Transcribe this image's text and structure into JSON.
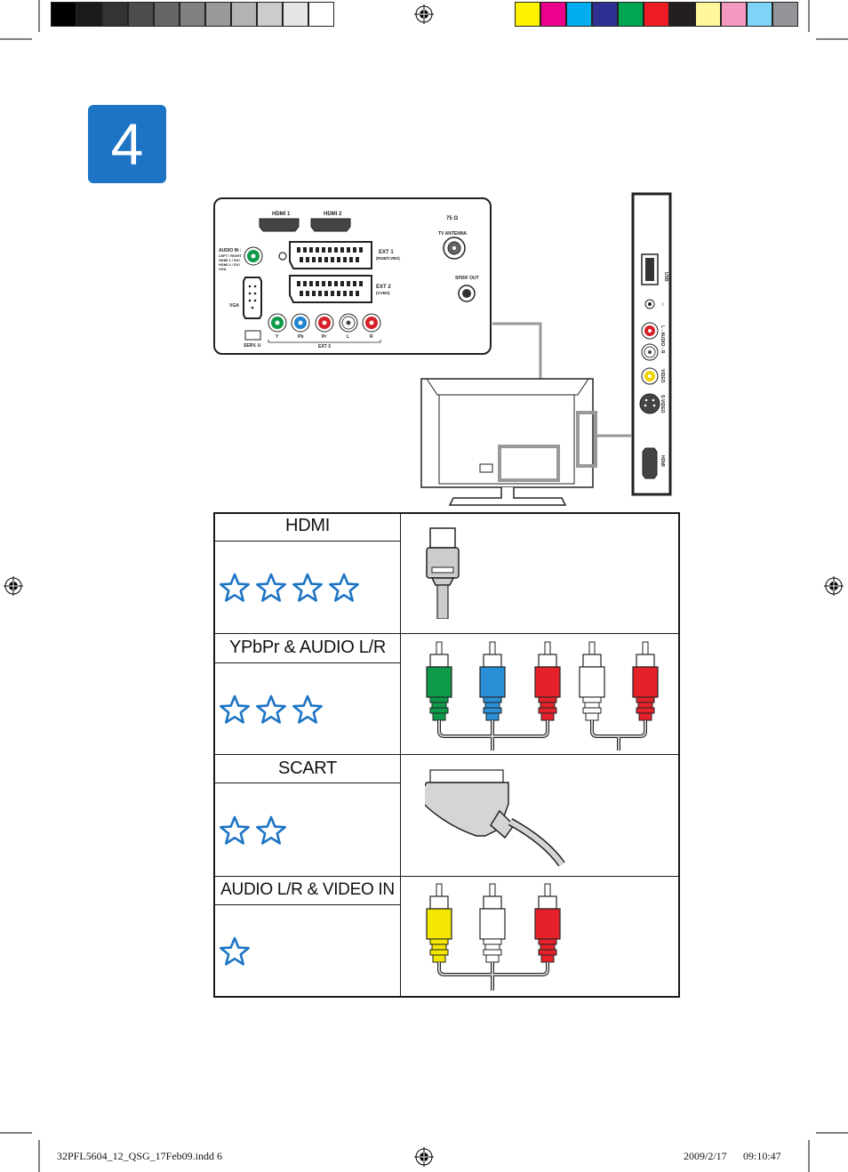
{
  "step": {
    "number": "4"
  },
  "color_bar": {
    "grays": [
      "#000000",
      "#1a1a1a",
      "#333333",
      "#4d4d4d",
      "#666666",
      "#808080",
      "#999999",
      "#b3b3b3",
      "#cccccc",
      "#e6e6e6",
      "#ffffff"
    ],
    "colors": [
      "#fff200",
      "#ec008c",
      "#00aeef",
      "#2e3192",
      "#00a651",
      "#ed1c24",
      "#231f20",
      "#fff799",
      "#f49ac1",
      "#7fd3f7",
      "#939598"
    ]
  },
  "tv_back_panel": {
    "hdmi1": "HDMI 1",
    "hdmi2": "HDMI 2",
    "antenna_ohm": "75 Ω",
    "antenna": "TV ANTENNA",
    "audio_in": "AUDIO IN :",
    "audio_in_sub1": "LEFT / RIGHT",
    "audio_in_sub2": "HDMI 1 / DVI",
    "audio_in_sub3": "HDMI 2 / DVI",
    "audio_in_sub4": "VGA",
    "ext1": "EXT 1",
    "ext1_sub": "(RGB/CVBS)",
    "ext2": "EXT 2",
    "ext2_sub": "(CVBS)",
    "spdif": "SPDIF OUT",
    "vga": "VGA",
    "serv": "SERV. U",
    "ext3": "EXT 3",
    "ypbpr": [
      "Y",
      "Pb",
      "Pr",
      "L",
      "R"
    ]
  },
  "tv_side_panel": {
    "usb": "USB",
    "headphone": "∩",
    "audio": "L - AUDIO - R",
    "video": "VIDEO",
    "svideo": "S-VIDEO",
    "hdmi": "HDMI"
  },
  "connections": [
    {
      "label": "HDMI",
      "rating": 4
    },
    {
      "label": "YPbPr & AUDIO L/R",
      "rating": 3
    },
    {
      "label": "SCART",
      "rating": 2
    },
    {
      "label": "AUDIO L/R & VIDEO IN",
      "rating": 1
    }
  ],
  "footer": {
    "file": "32PFL5604_12_QSG_17Feb09.indd   6",
    "date": "2009/2/17",
    "time": "09:10:47"
  }
}
